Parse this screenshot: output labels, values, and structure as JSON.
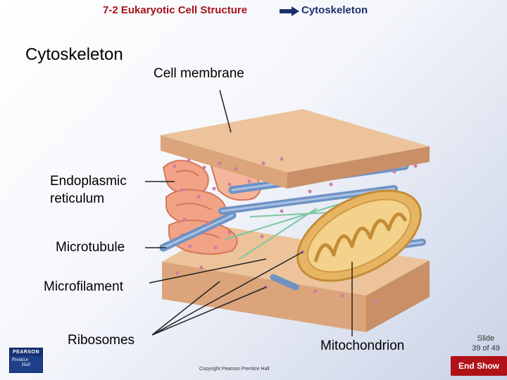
{
  "header": {
    "section": "7-2 Eukaryotic Cell Structure",
    "topic": "Cytoskeleton"
  },
  "title": "Cytoskeleton",
  "labels": {
    "cell_membrane": "Cell membrane",
    "er_line1": "Endoplasmic",
    "er_line2": "reticulum",
    "microtubule": "Microtubule",
    "microfilament": "Microfilament",
    "ribosomes": "Ribosomes",
    "mitochondrion": "Mitochondrion"
  },
  "footer": {
    "slide_line1": "Slide",
    "slide_line2": "39 of 49",
    "end_show": "End Show",
    "copyright": "Copyright Pearson Prentice Hall",
    "logo_top": "PEARSON",
    "logo_line1": "Prentice",
    "logo_line2": "Hall"
  },
  "colors": {
    "header_section": "#a3121a",
    "header_topic": "#1c2f6b",
    "end_show_bg": "#b01218",
    "membrane": "#ecc39a",
    "microtubule": "#6f93c4",
    "mitochondrion": "#e6b563",
    "er": "#f2a386"
  }
}
